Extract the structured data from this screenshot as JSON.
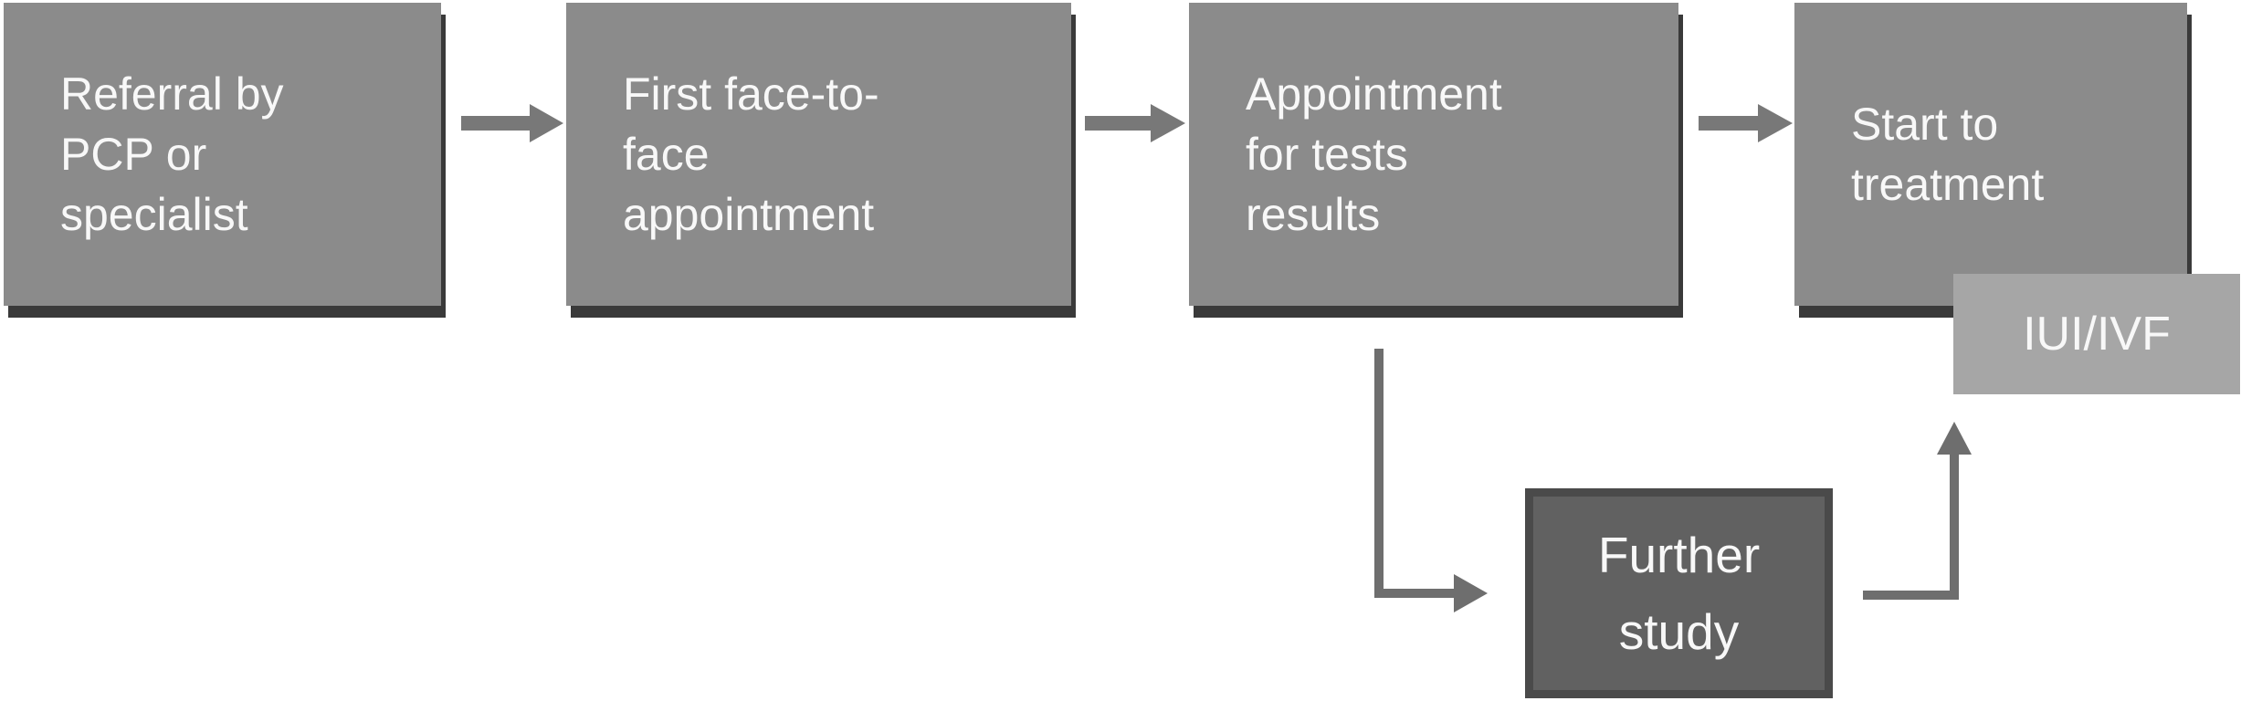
{
  "colors": {
    "canvas-bg": "#ffffff",
    "box-fill": "#8b8b8b",
    "box-shadow": "#3a3a3a",
    "box-text": "#f8f8f8",
    "iui-fill": "#a6a6a6",
    "further-fill": "#616161",
    "further-border": "#4a4a4a",
    "arrow": "#787878",
    "connector": "#6e6e6e"
  },
  "nodes": {
    "referral": {
      "label": "Referral by\nPCP or\nspecialist"
    },
    "first_appointment": {
      "label": "First face-to-\nface\nappointment"
    },
    "tests_results": {
      "label": "Appointment\nfor tests\nresults"
    },
    "start_treatment": {
      "label": "Start to\ntreatment"
    },
    "iui_ivf": {
      "label": "IUI/IVF"
    },
    "further_study": {
      "label": "Further\nstudy"
    }
  },
  "edges": [
    {
      "from": "referral",
      "to": "first_appointment",
      "direction": "right"
    },
    {
      "from": "first_appointment",
      "to": "tests_results",
      "direction": "right"
    },
    {
      "from": "tests_results",
      "to": "start_treatment",
      "direction": "right"
    },
    {
      "from": "tests_results",
      "to": "further_study",
      "direction": "down-right"
    },
    {
      "from": "further_study",
      "to": "iui_ivf",
      "direction": "right-up"
    }
  ]
}
